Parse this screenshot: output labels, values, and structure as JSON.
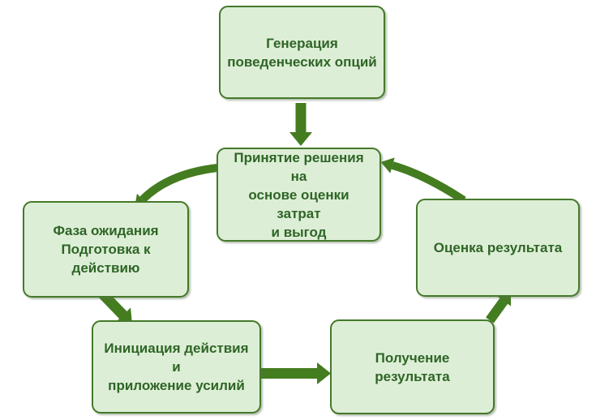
{
  "diagram": {
    "type": "cycle-flowchart",
    "colors": {
      "background": "#ffffff",
      "node_fill": "#ddeed6",
      "node_border": "#45792a",
      "node_text": "#2e6526",
      "arrow": "#447c20"
    },
    "nodes": {
      "generation": {
        "label": "Генерация\nповеденческих опций"
      },
      "decision": {
        "label": "Принятие решения на\nоснове оценки затрат\nи выгод"
      },
      "waiting": {
        "label": "Фаза ожидания\nПодготовка к\nдействию"
      },
      "initiation": {
        "label": "Инициация действия и\nприложение усилий"
      },
      "result": {
        "label": "Получение результата"
      },
      "evaluation": {
        "label": "Оценка результата"
      }
    },
    "edges": [
      {
        "from": "generation",
        "to": "decision"
      },
      {
        "from": "decision",
        "to": "waiting"
      },
      {
        "from": "waiting",
        "to": "initiation"
      },
      {
        "from": "initiation",
        "to": "result"
      },
      {
        "from": "result",
        "to": "evaluation"
      },
      {
        "from": "evaluation",
        "to": "decision"
      }
    ]
  }
}
